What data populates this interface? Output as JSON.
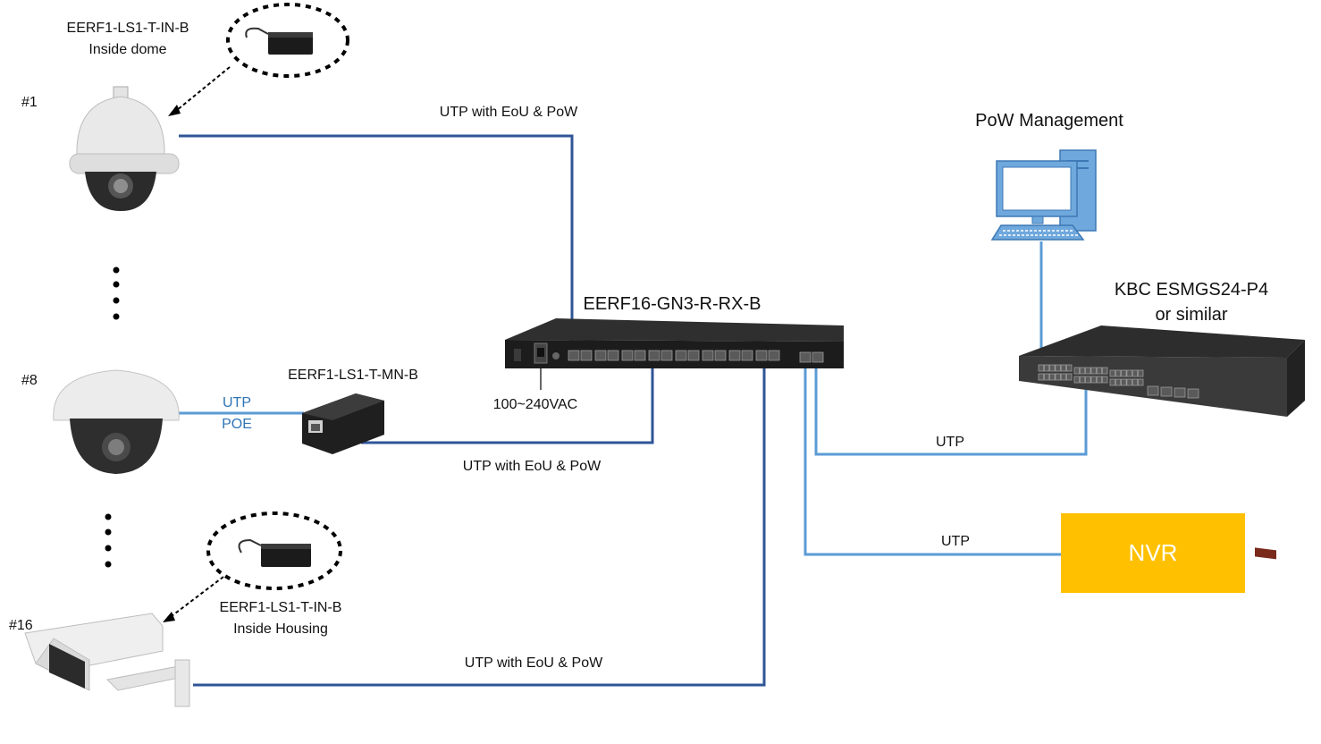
{
  "colors": {
    "link_dark": "#2f5597",
    "link_light": "#5b9bd5",
    "nvr_fill": "#ffc000",
    "nvr_text": "#ffffff",
    "device_dark": "#2a2a2a",
    "label_text": "#111111",
    "poe_text": "#2e75b6"
  },
  "cameras": [
    {
      "number": "#1",
      "module": "EERF1-LS1-T-IN-B",
      "module_note": "Inside dome",
      "icon": "ptz-dome-camera-icon"
    },
    {
      "number": "#8",
      "module": "EERF1-LS1-T-MN-B",
      "icon": "fixed-dome-camera-icon",
      "short_link": [
        "UTP",
        "POE"
      ]
    },
    {
      "number": "#16",
      "module": "EERF1-LS1-T-IN-B",
      "module_note": "Inside Housing",
      "icon": "box-camera-housing-icon"
    }
  ],
  "links": {
    "camera1": "UTP with EoU & PoW",
    "camera8": "UTP with EoU & PoW",
    "camera16": "UTP with EoU & PoW",
    "to_switch": "UTP",
    "to_nvr": "UTP"
  },
  "extender": {
    "model": "EERF16-GN3-R-RX-B",
    "power": "100~240VAC",
    "icon": "rack-extender-icon"
  },
  "management": {
    "title": "PoW Management",
    "icon": "desktop-computer-icon"
  },
  "switch": {
    "model_line1": "KBC ESMGS24-P4",
    "model_line2": "or similar",
    "icon": "network-switch-icon"
  },
  "nvr": {
    "label": "NVR"
  }
}
